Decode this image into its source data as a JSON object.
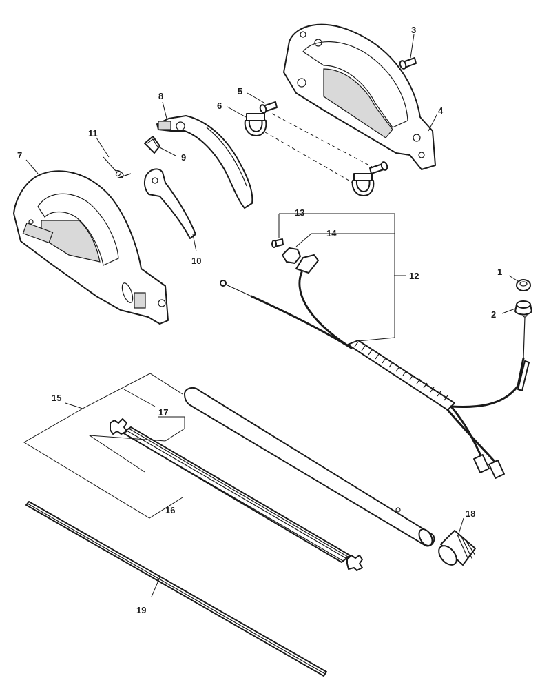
{
  "callouts": {
    "c1": "1",
    "c2": "2",
    "c3": "3",
    "c4": "4",
    "c5": "5",
    "c6": "6",
    "c7": "7",
    "c8": "8",
    "c9": "9",
    "c10": "10",
    "c11": "11",
    "c12": "12",
    "c13": "13",
    "c14": "14",
    "c15": "15",
    "c16": "16",
    "c17": "17",
    "c18": "18",
    "c19": "19"
  },
  "colors": {
    "line": "#1a1a1a",
    "fill": "#ffffff",
    "shade": "#d9d9d9"
  }
}
